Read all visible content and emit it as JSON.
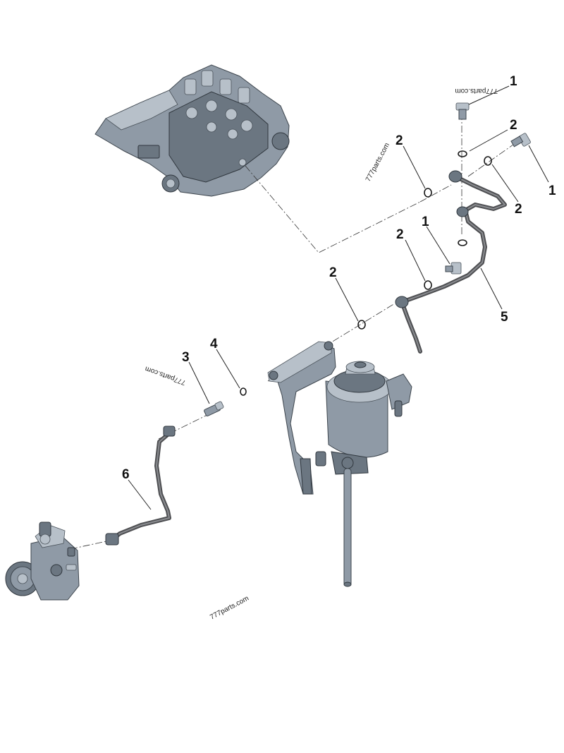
{
  "callouts": {
    "c1_top": "1",
    "c2_top": "2",
    "c1_right": "1",
    "c2_right": "2",
    "c2_mid": "2",
    "c1_mid": "1",
    "c2_center": "2",
    "c5": "5",
    "c2_left": "2",
    "c4": "4",
    "c3": "3",
    "c6": "6"
  },
  "watermarks": {
    "wm_top": "777parts.com",
    "wm_vertical": "777parts.com",
    "wm_left": "777parts.com",
    "wm_bottom": "777parts.com"
  },
  "colors": {
    "metal": "#8f9aa6",
    "pipe": "#4e4f52",
    "background": "#ffffff"
  }
}
